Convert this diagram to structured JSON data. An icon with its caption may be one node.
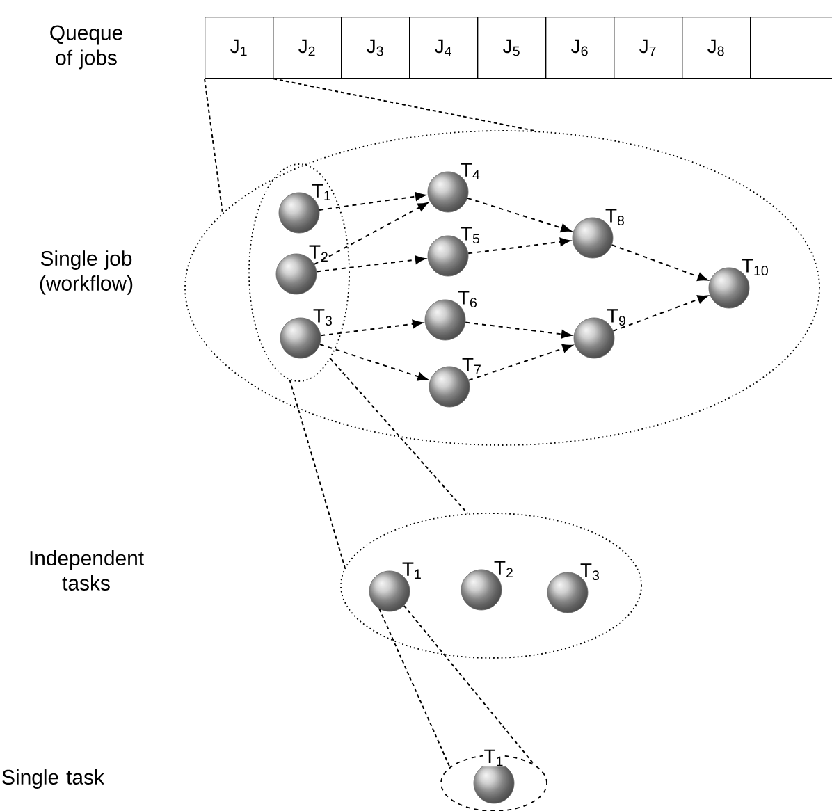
{
  "diagram": {
    "nodes": [
      {
        "text": [
          "J$_{1}$"
        ]
      },
      {
        "text": [
          "J$_{2}$"
        ]
      },
      {
        "text": [
          "J$_{3}$"
        ]
      },
      {
        "text": [
          "J$_{4}$"
        ]
      },
      {
        "text": [
          "J$_{5}$"
        ]
      },
      {
        "text": [
          "J$_{6}$"
        ]
      },
      {
        "text": [
          "J$_{7}$"
        ]
      },
      {
        "text": [
          "J$_{8}$"
        ]
      },
      {
        "text": [],
        "shape": "box"
      },
      {
        "text": [],
        "shape": "ellipse"
      },
      {
        "text": [],
        "shape": "ellipse",
        "in": 9
      },
      {
        "text": [
          "T$_{1}$"
        ],
        "in": 10
      },
      {
        "text": [
          "T$_{2}$"
        ],
        "in": 10
      },
      {
        "text": [
          "T$_{3}$"
        ],
        "in": 10
      },
      {
        "text": [
          "T$_{4}$"
        ],
        "in": 9
      },
      {
        "text": [
          "T$_{5}$"
        ],
        "in": 9
      },
      {
        "text": [
          "T$_{6}$"
        ],
        "in": 9
      },
      {
        "text": [
          "T$_{7}$"
        ],
        "in": 9
      },
      {
        "text": [
          "T$_{8}$"
        ],
        "in": 9
      },
      {
        "text": [
          "T$_{9}$"
        ],
        "in": 9
      },
      {
        "text": [
          "T$_{10}$"
        ],
        "in": 9
      },
      {
        "text": [],
        "shape": "ellipse"
      },
      {
        "text": [
          "T$_{1}$"
        ],
        "in": 21
      },
      {
        "text": [
          "T$_{2}$"
        ],
        "in": 21
      },
      {
        "text": [
          "T$_{3}$"
        ],
        "in": 21
      },
      {
        "text": [],
        "shape": "ellipse"
      },
      {
        "text": [
          "T$_{1}$"
        ],
        "in": 25
      }
    ],
    "edges": [
      {
        "from": 0,
        "to": 9,
        "arrow": "none",
        "style": "dashed"
      },
      {
        "from": 0,
        "to": 9,
        "arrow": "none",
        "style": "dashed"
      },
      {
        "from": 11,
        "to": 14,
        "arrow": "to",
        "style": "dashed"
      },
      {
        "from": 12,
        "to": 14,
        "arrow": "to",
        "style": "dashed"
      },
      {
        "from": 12,
        "to": 15,
        "arrow": "to",
        "style": "dashed"
      },
      {
        "from": 13,
        "to": 16,
        "arrow": "to",
        "style": "dashed"
      },
      {
        "from": 13,
        "to": 17,
        "arrow": "to",
        "style": "dashed"
      },
      {
        "from": 14,
        "to": 18,
        "arrow": "to",
        "style": "dashed"
      },
      {
        "from": 15,
        "to": 18,
        "arrow": "to",
        "style": "dashed"
      },
      {
        "from": 16,
        "to": 19,
        "arrow": "to",
        "style": "dashed"
      },
      {
        "from": 17,
        "to": 19,
        "arrow": "to",
        "style": "dashed"
      },
      {
        "from": 18,
        "to": 20,
        "arrow": "to",
        "style": "dashed"
      },
      {
        "from": 19,
        "to": 20,
        "arrow": "to",
        "style": "dashed"
      },
      {
        "from": 10,
        "to": 21,
        "arrow": "none",
        "style": "dashed"
      },
      {
        "from": 10,
        "to": 21,
        "arrow": "none",
        "style": "dashed"
      },
      {
        "from": 22,
        "to": 25,
        "arrow": "none",
        "style": "dashed"
      },
      {
        "from": 22,
        "to": 25,
        "arrow": "none",
        "style": "dashed"
      }
    ],
    "labels": [
      "Queque of jobs",
      "Single job (workflow)",
      "Independent tasks",
      "Single task"
    ]
  }
}
